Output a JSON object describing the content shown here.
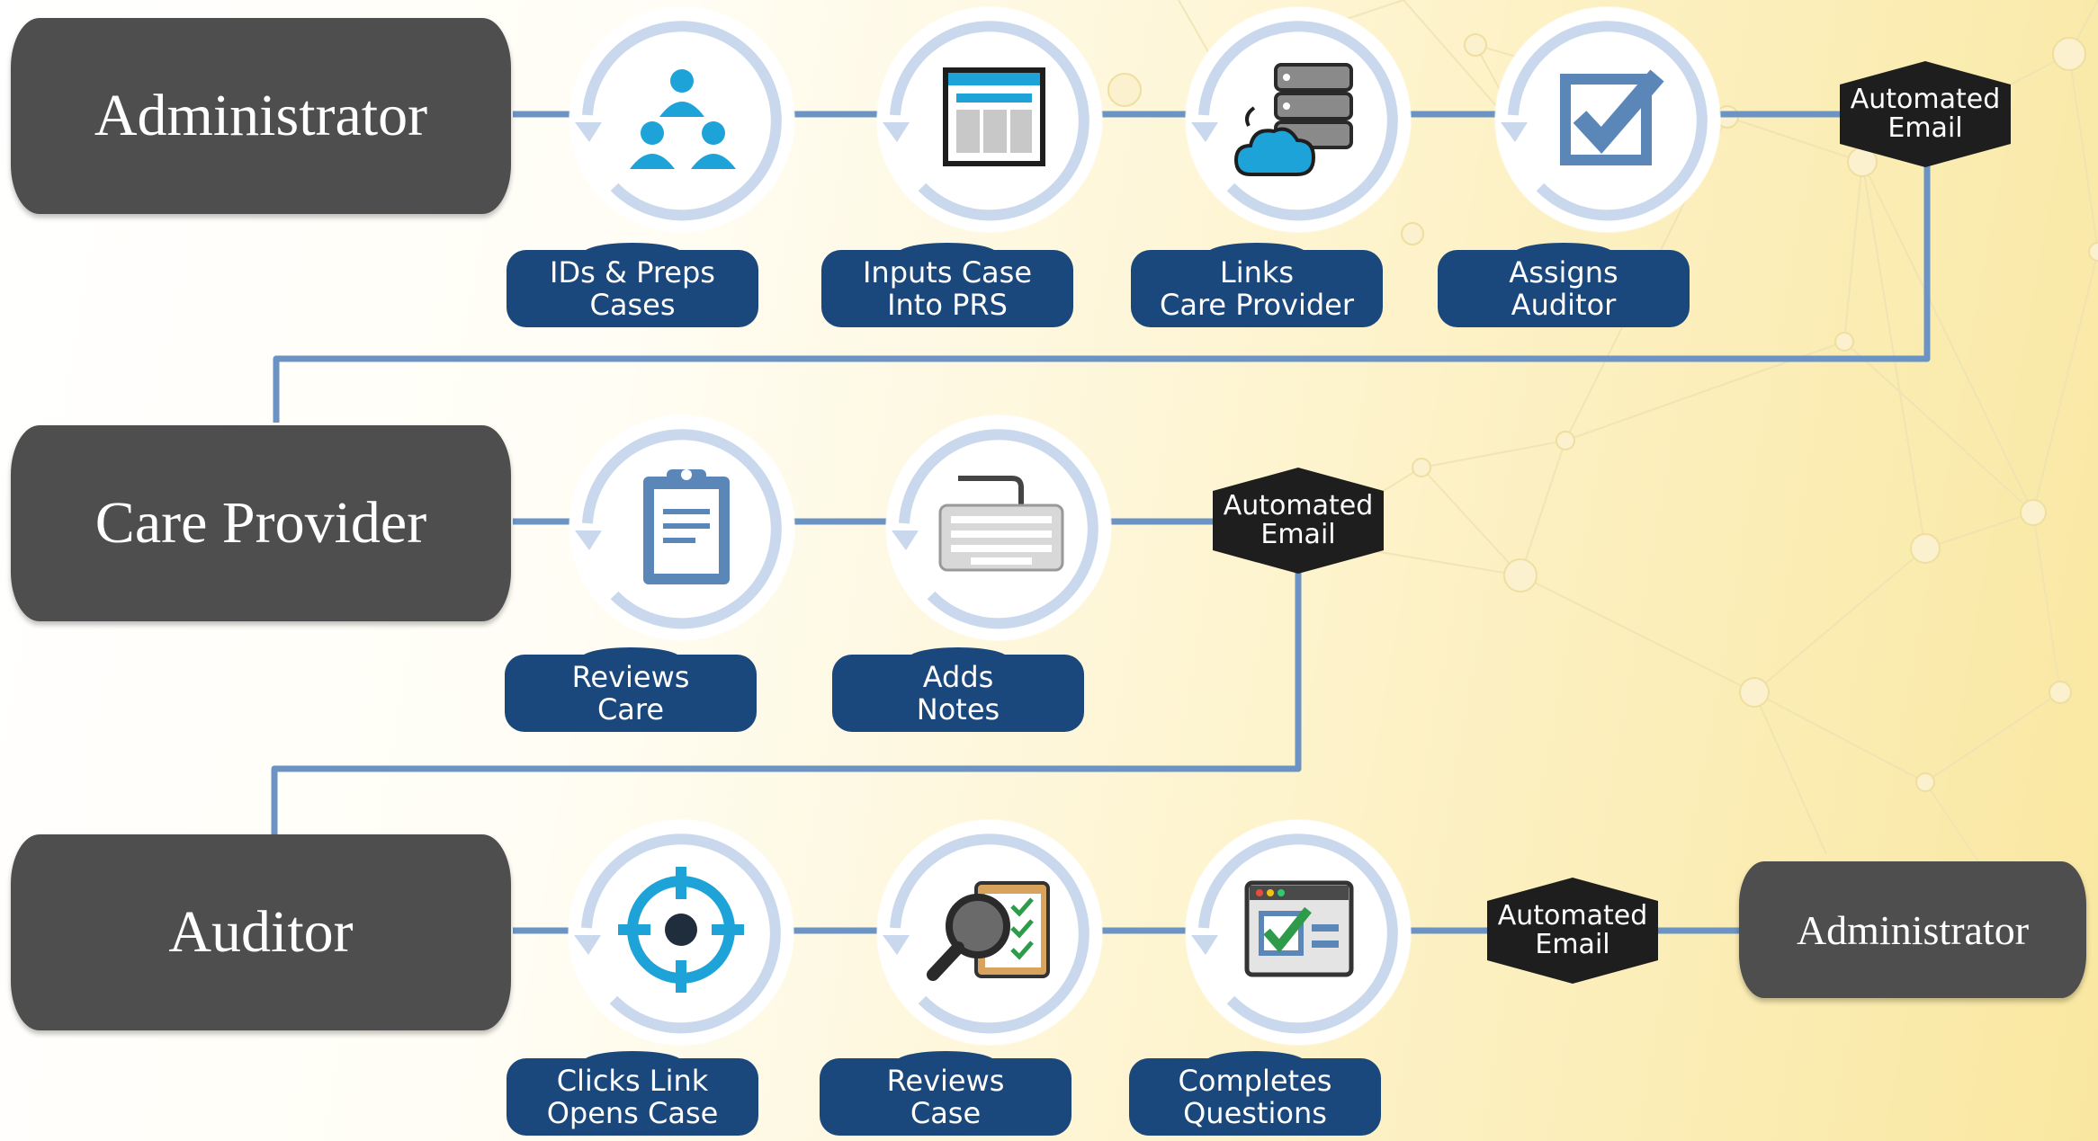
{
  "rows": [
    {
      "actor": "Administrator",
      "steps": [
        {
          "icon": "team-hierarchy-icon",
          "line1": "IDs & Preps",
          "line2": "Cases"
        },
        {
          "icon": "browser-form-icon",
          "line1": "Inputs Case",
          "line2": "Into PRS"
        },
        {
          "icon": "server-cloud-icon",
          "line1": "Links",
          "line2": "Care Provider"
        },
        {
          "icon": "checkbox-checked-icon",
          "line1": "Assigns",
          "line2": "Auditor"
        }
      ],
      "email": {
        "line1": "Automated",
        "line2": "Email"
      }
    },
    {
      "actor": "Care Provider",
      "steps": [
        {
          "icon": "clipboard-icon",
          "line1": "Reviews",
          "line2": "Care"
        },
        {
          "icon": "keyboard-icon",
          "line1": "Adds",
          "line2": "Notes"
        }
      ],
      "email": {
        "line1": "Automated",
        "line2": "Email"
      }
    },
    {
      "actor": "Auditor",
      "steps": [
        {
          "icon": "crosshair-target-icon",
          "line1": "Clicks Link",
          "line2": "Opens Case"
        },
        {
          "icon": "magnifier-checklist-icon",
          "line1": "Reviews",
          "line2": "Case"
        },
        {
          "icon": "window-checklist-icon",
          "line1": "Completes",
          "line2": "Questions"
        }
      ],
      "email": {
        "line1": "Automated",
        "line2": "Email"
      },
      "end_actor": "Administrator"
    }
  ],
  "colors": {
    "connector": "#6b93c3",
    "actor_fill": "#4e4e4e",
    "label_fill": "#1a477c",
    "email_fill": "#1e1e1e",
    "ring": "#c9d8ec",
    "icon_blue": "#1ea3d8",
    "icon_slate": "#5b87b8"
  }
}
